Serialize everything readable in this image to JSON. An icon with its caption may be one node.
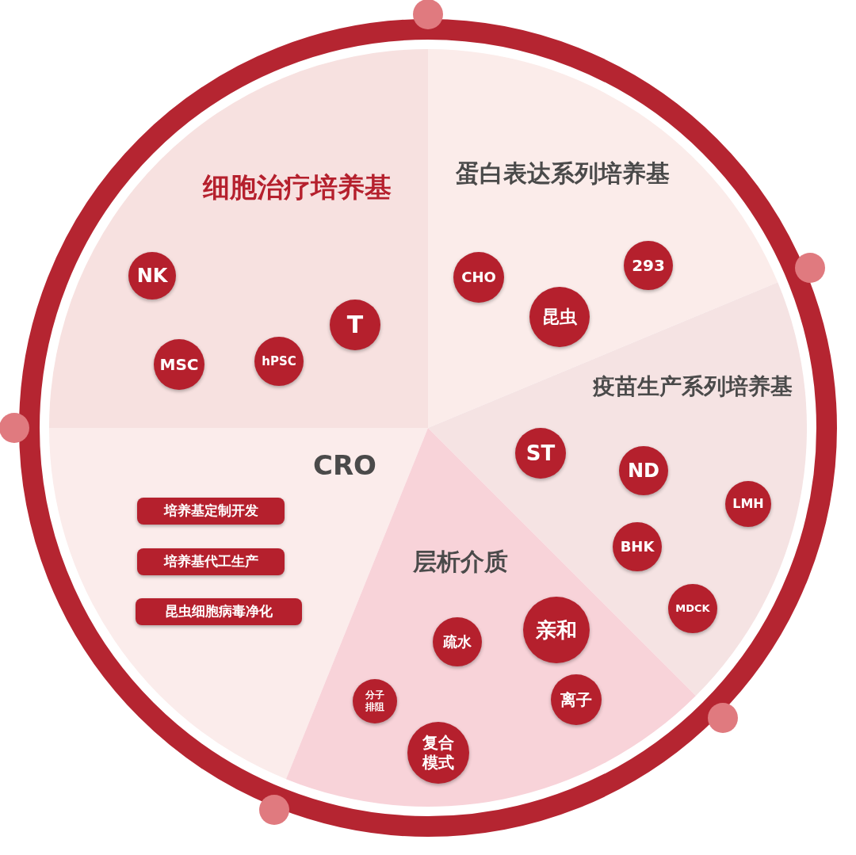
{
  "diagram": {
    "nodes": [
      {
        "text": [
          "细胞治疗培养基"
        ]
      },
      {
        "text": [
          "NK"
        ],
        "in": 0
      },
      {
        "text": [
          "T"
        ],
        "in": 0
      },
      {
        "text": [
          "MSC"
        ],
        "in": 0
      },
      {
        "text": [
          "hPSC"
        ],
        "in": 0
      },
      {
        "text": [
          "蛋白表达系列培养基"
        ]
      },
      {
        "text": [
          "CHO"
        ],
        "in": 5
      },
      {
        "text": [
          "293"
        ],
        "in": 5
      },
      {
        "text": [
          "昆虫"
        ],
        "in": 5
      },
      {
        "text": [
          "疫苗生产系列培养基"
        ]
      },
      {
        "text": [
          "ST"
        ],
        "in": 9
      },
      {
        "text": [
          "ND"
        ],
        "in": 9
      },
      {
        "text": [
          "LMH"
        ],
        "in": 9
      },
      {
        "text": [
          "BHK"
        ],
        "in": 9
      },
      {
        "text": [
          "MDCK"
        ],
        "in": 9
      },
      {
        "text": [
          "CRO"
        ]
      },
      {
        "text": [
          "培养基定制开发"
        ],
        "in": 15
      },
      {
        "text": [
          "培养基代工生产"
        ],
        "in": 15
      },
      {
        "text": [
          "昆虫细胞病毒净化"
        ],
        "in": 15
      },
      {
        "text": [
          "层析介质"
        ]
      },
      {
        "text": [
          "疏水"
        ],
        "in": 19
      },
      {
        "text": [
          "亲和"
        ],
        "in": 19
      },
      {
        "text": [
          "分子排阻"
        ],
        "in": 19
      },
      {
        "text": [
          "离子"
        ],
        "in": 19
      },
      {
        "text": [
          "复合模式"
        ],
        "in": 19
      }
    ]
  }
}
